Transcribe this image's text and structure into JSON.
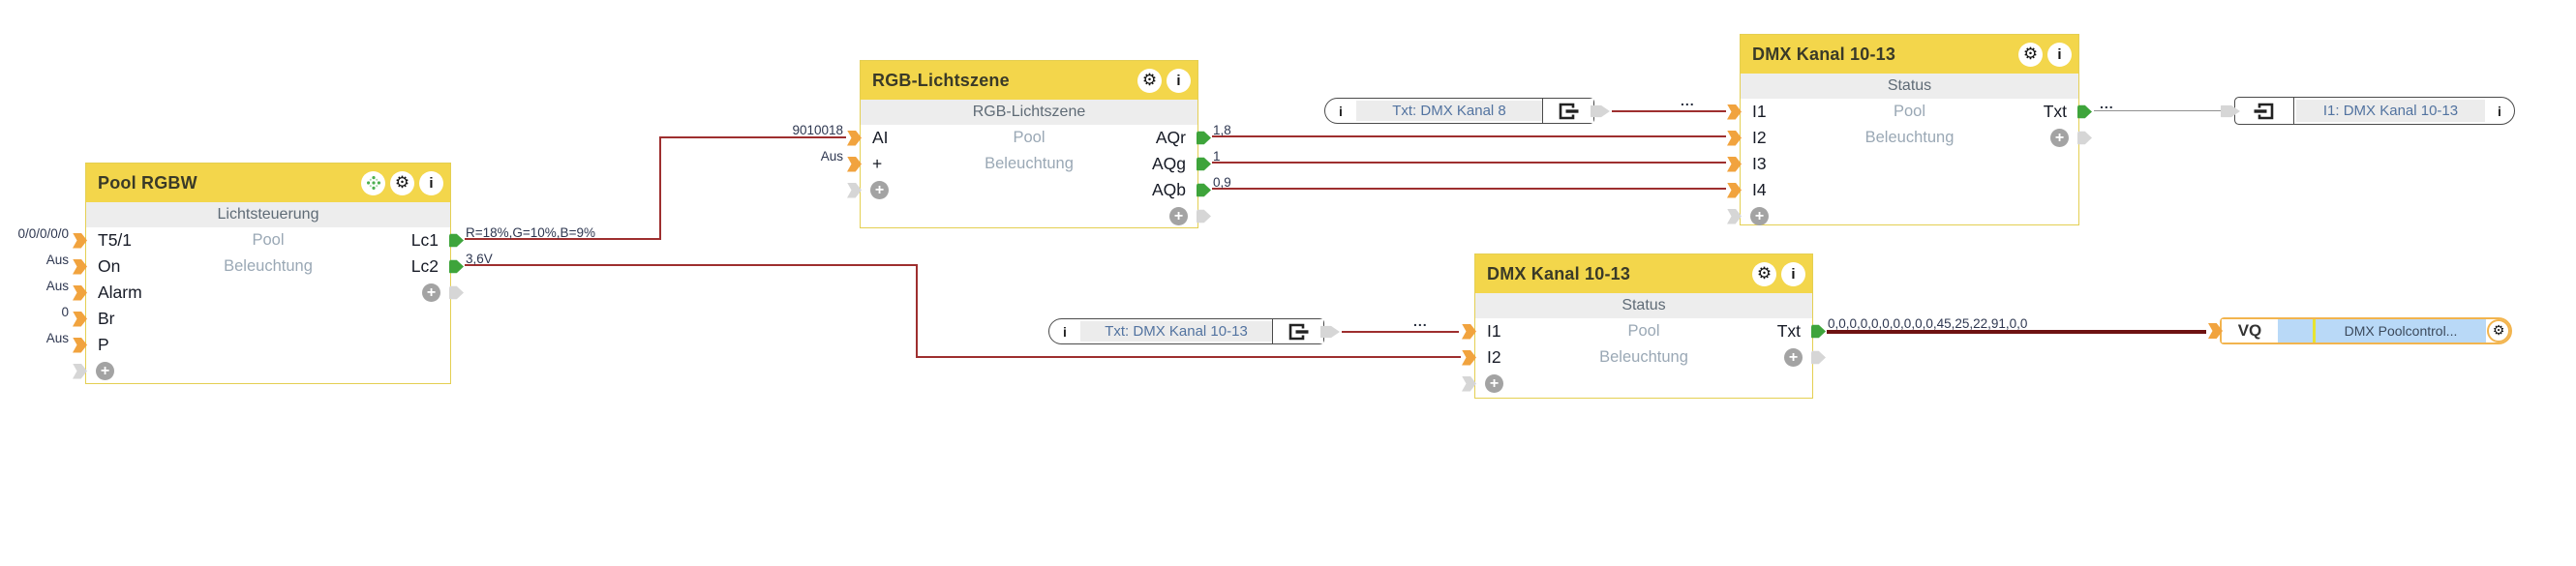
{
  "diagram": {
    "blocks": {
      "pool": {
        "title": "Pool RGBW",
        "subtitle": "Lichtsteuerung",
        "place_line1": "Pool",
        "place_line2": "Beleuchtung",
        "inputs": [
          {
            "label": "T5/1",
            "value": "0/0/0/0/0"
          },
          {
            "label": "On",
            "value": "Aus"
          },
          {
            "label": "Alarm",
            "value": "Aus"
          },
          {
            "label": "Br",
            "value": "0"
          },
          {
            "label": "P",
            "value": "Aus"
          }
        ],
        "outputs": [
          {
            "label": "Lc1",
            "value": "R=18%,G=10%,B=9%"
          },
          {
            "label": "Lc2",
            "value": "3,6V"
          }
        ]
      },
      "rgb": {
        "title": "RGB-Lichtszene",
        "subtitle": "RGB-Lichtszene",
        "place_line1": "Pool",
        "place_line2": "Beleuchtung",
        "inputs": [
          {
            "label": "AI",
            "value": "9010018"
          },
          {
            "label": "+",
            "value": "Aus"
          }
        ],
        "outputs": [
          {
            "label": "AQr",
            "value": "1,8"
          },
          {
            "label": "AQg",
            "value": "1"
          },
          {
            "label": "AQb",
            "value": "0,9"
          }
        ]
      },
      "dmx_top": {
        "title": "DMX Kanal 10-13",
        "subtitle": "Status",
        "place_line1": "Pool",
        "place_line2": "Beleuchtung",
        "inputs": [
          {
            "label": "I1"
          },
          {
            "label": "I2"
          },
          {
            "label": "I3"
          },
          {
            "label": "I4"
          }
        ],
        "outputs": [
          {
            "label": "Txt",
            "value": "..."
          }
        ]
      },
      "dmx_bottom": {
        "title": "DMX Kanal 10-13",
        "subtitle": "Status",
        "place_line1": "Pool",
        "place_line2": "Beleuchtung",
        "inputs": [
          {
            "label": "I1"
          },
          {
            "label": "I2"
          }
        ],
        "outputs": [
          {
            "label": "Txt",
            "value": "0,0,0,0,0,0,0,0,0,0,45,25,22,91,0,0"
          }
        ]
      }
    },
    "connectors": {
      "txt_dmx8": {
        "label": "Txt: DMX Kanal 8"
      },
      "txt_dmx1013": {
        "label": "Txt: DMX Kanal 10-13"
      }
    },
    "flags": {
      "i1_dmx1013": {
        "label": "I1: DMX Kanal 10-13"
      }
    },
    "vq": {
      "port": "VQ",
      "label": "DMX Poolcontrol..."
    },
    "wire_ellipsis": "...",
    "icons": {
      "gear": "⚙",
      "info": "i",
      "plus": "+"
    }
  }
}
